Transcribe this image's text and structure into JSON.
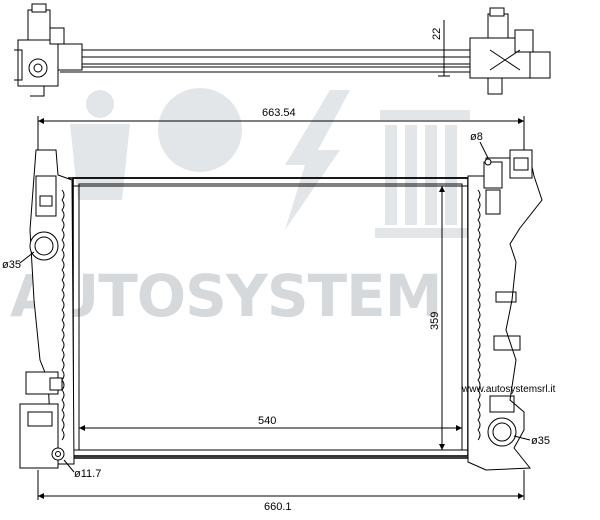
{
  "watermark": {
    "brand": "AUTOSYSTEM",
    "website": "www.autosystemsrl.it",
    "color": "#d6d9dc"
  },
  "dimensions": {
    "top_height": "22",
    "overall_width_top": "663.54",
    "hole_top_right": "ø8",
    "pipe_left": "ø35",
    "core_height": "359",
    "core_width": "540",
    "pipe_right": "ø35",
    "drain": "ø11.7",
    "overall_width_bottom": "660.1"
  }
}
